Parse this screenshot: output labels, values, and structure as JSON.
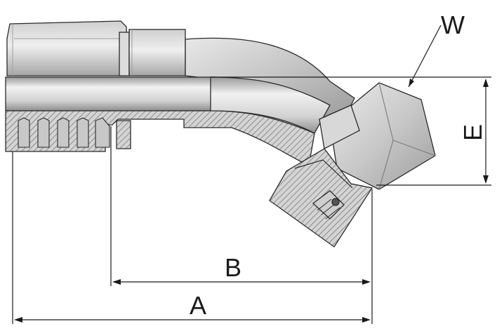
{
  "labels": {
    "w": "W",
    "e": "E",
    "a": "A",
    "b": "B"
  },
  "colors": {
    "metal_light": "#e4e4e4",
    "metal_mid": "#bdbdbd",
    "metal_dark": "#8a8a8a",
    "outline": "#2a2a2a",
    "hatch": "#6d6d6d",
    "dimension": "#1a1a1a"
  }
}
